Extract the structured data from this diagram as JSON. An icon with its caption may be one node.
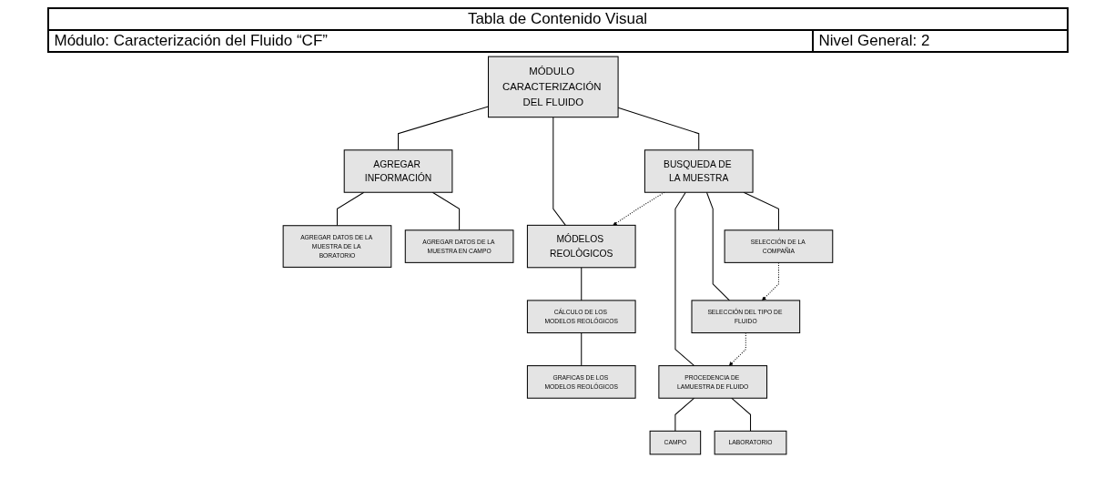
{
  "diagram": {
    "nodes": [
      {
        "text": [
          "MÓDULO CARACTERIZACIÓN DEL FLUIDO"
        ]
      },
      {
        "text": [
          "BUSQUEDA DE LA MUESTRA"
        ]
      },
      {
        "text": [
          "MÓDELOS REOLÒGICOS"
        ]
      },
      {
        "text": [
          "AGREGAR INFORMACIÓN"
        ]
      },
      {
        "text": [
          "SELECCIÓN DE LA COMPAÑIA"
        ]
      },
      {
        "text": [
          "SELECCIÓN DEL TIPO DE FLUIDO"
        ]
      },
      {
        "text": [
          "PROCEDENCIA DE LAMUESTRA DE FLUIDO"
        ]
      },
      {
        "text": [
          "CÁLCULO DE LOS MODELOS REOLÓGICOS"
        ]
      },
      {
        "text": [
          "AGREGAR DATOS DE LA MUESTRA EN CAMPO"
        ]
      },
      {
        "text": [
          "AGREGAR DATOS DE LA MUESTRA DE LA BORATORIO"
        ]
      },
      {
        "text": [
          "CAMPO"
        ]
      },
      {
        "text": [
          "LABORATORIO"
        ]
      },
      {
        "text": [
          "GRAFICAS DE LOS MODELOS REOLÓGICOS"
        ]
      }
    ],
    "edges": [
      {
        "from": 0,
        "to": 1,
        "arrow": "none"
      },
      {
        "from": 0,
        "to": 2,
        "arrow": "none"
      },
      {
        "from": 0,
        "to": 3,
        "arrow": "none"
      },
      {
        "from": 1,
        "to": 2,
        "arrow": "to",
        "style": "dashed"
      },
      {
        "from": 1,
        "to": 4,
        "arrow": "none"
      },
      {
        "from": 1,
        "to": 5,
        "arrow": "none"
      },
      {
        "from": 1,
        "to": 6,
        "arrow": "none"
      },
      {
        "from": 4,
        "to": 5,
        "arrow": "to",
        "style": "dashed"
      },
      {
        "from": 5,
        "to": 6,
        "arrow": "to",
        "style": "dashed"
      },
      {
        "from": 6,
        "to": 10,
        "arrow": "none"
      },
      {
        "from": 6,
        "to": 11,
        "arrow": "none"
      },
      {
        "from": 2,
        "to": 7,
        "arrow": "none"
      },
      {
        "from": 7,
        "to": 12,
        "arrow": "none"
      },
      {
        "from": 3,
        "to": 8,
        "arrow": "none"
      },
      {
        "from": 3,
        "to": 9,
        "arrow": "none"
      }
    ],
    "labels": [
      "Tabla de Contenido Visual",
      "Módulo: Caracterización del Fluido “CF”",
      "Nivel General: 2"
    ]
  }
}
